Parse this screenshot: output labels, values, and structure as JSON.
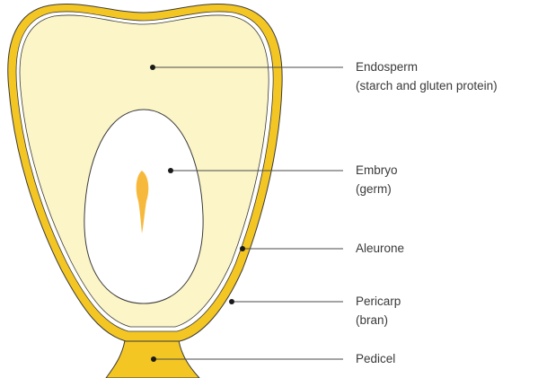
{
  "diagram": {
    "colors": {
      "pericarp": "#f3c623",
      "pericarp_edge": "#3b3b3b",
      "aleurone_gap": "#ffffff",
      "endosperm": "#fbf5c7",
      "embryo": "#ffffff",
      "embryo_edge": "#3b3b3b",
      "embryo_axis": "#f6b93b",
      "pedicel": "#f3c623",
      "text": "#3a3a3a",
      "leader": "#4a4a4a"
    },
    "labels": {
      "endosperm": {
        "line1": "Endosperm",
        "line2": "(starch and gluten protein)"
      },
      "embryo": {
        "line1": "Embryo",
        "line2": "(germ)"
      },
      "aleurone": {
        "line1": "Aleurone"
      },
      "pericarp": {
        "line1": "Pericarp",
        "line2": "(bran)"
      },
      "pedicel": {
        "line1": "Pedicel"
      }
    }
  }
}
